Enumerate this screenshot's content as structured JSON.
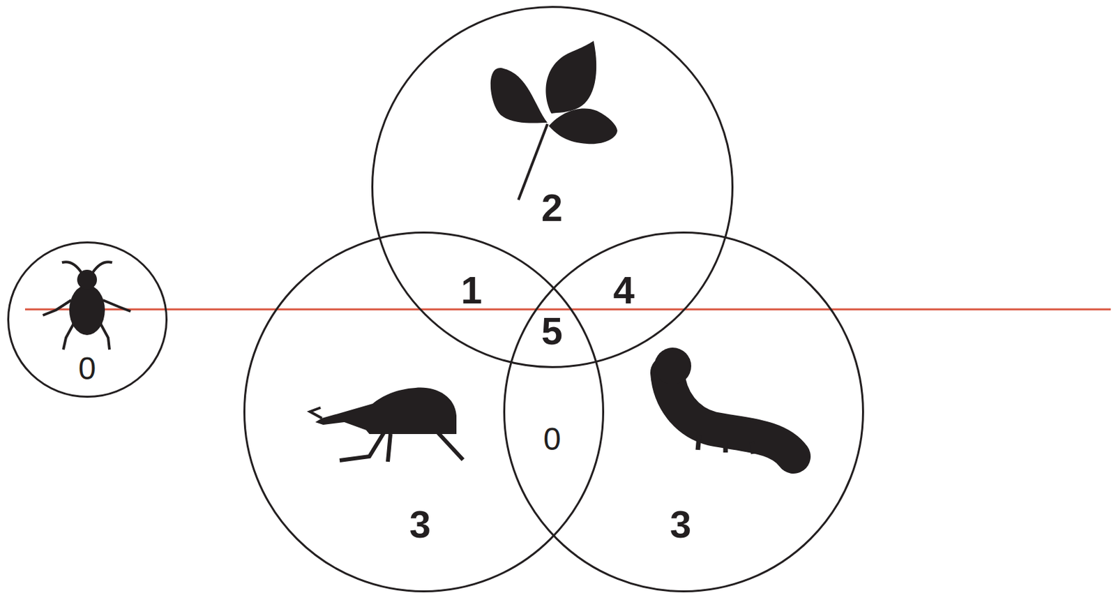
{
  "diagram": {
    "nodes": [
      {
        "text": [
          "2"
        ]
      },
      {
        "text": [
          "0"
        ]
      },
      {
        "text": [
          "3"
        ]
      },
      {
        "text": [
          "3"
        ]
      }
    ],
    "labels": [
      "1",
      "4",
      "5",
      "0"
    ]
  }
}
